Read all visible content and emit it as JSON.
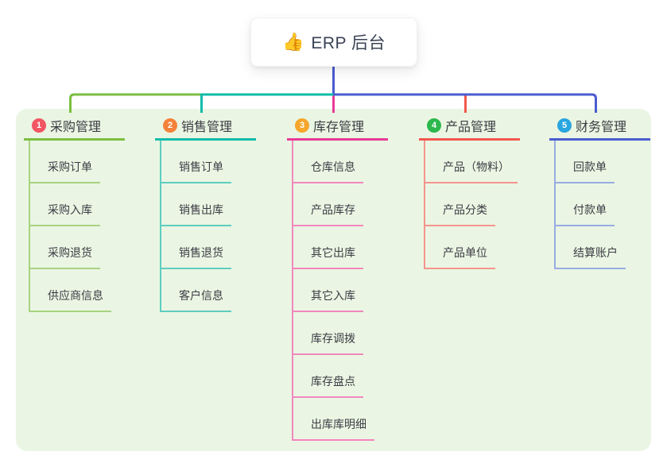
{
  "root": {
    "icon": "👍",
    "label": "ERP 后台"
  },
  "branches": [
    {
      "number": "1",
      "label": "采购管理",
      "badge_color": "#F25663",
      "line_color": "#7CBE41",
      "child_line_color": "#A9D281",
      "children": [
        "采购订单",
        "采购入库",
        "采购退货",
        "供应商信息"
      ]
    },
    {
      "number": "2",
      "label": "销售管理",
      "badge_color": "#F5823B",
      "line_color": "#0EBCA8",
      "child_line_color": "#5ECDC0",
      "children": [
        "销售订单",
        "销售出库",
        "销售退货",
        "客户信息"
      ]
    },
    {
      "number": "3",
      "label": "库存管理",
      "badge_color": "#F5A62B",
      "line_color": "#E93A97",
      "child_line_color": "#F287BE",
      "children": [
        "仓库信息",
        "产品库存",
        "其它出库",
        "其它入库",
        "库存调拨",
        "库存盘点",
        "出库库明细"
      ]
    },
    {
      "number": "4",
      "label": "产品管理",
      "badge_color": "#2DB84D",
      "line_color": "#F2564D",
      "child_line_color": "#F5948D",
      "children": [
        "产品（物料）",
        "产品分类",
        "产品单位"
      ]
    },
    {
      "number": "5",
      "label": "财务管理",
      "badge_color": "#29A6E0",
      "line_color": "#4A5BD0",
      "child_line_color": "#98ACE2",
      "children": [
        "回款单",
        "付款单",
        "结算账户"
      ]
    }
  ],
  "colors": {
    "panel_background": "#EAF6E3",
    "root_connector": "#4A5BD0",
    "text": "#3C3C45",
    "root_text": "#3A4254"
  }
}
